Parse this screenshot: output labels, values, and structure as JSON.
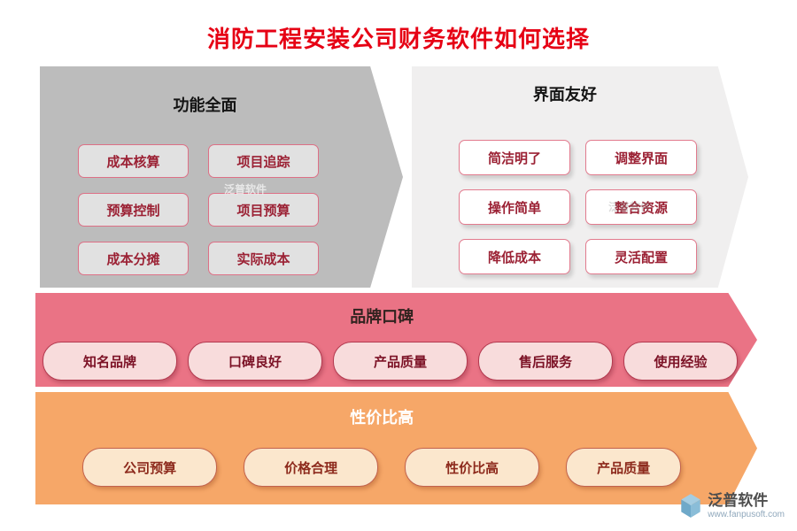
{
  "title": "消防工程安装公司财务软件如何选择",
  "watermark": "泛普软件",
  "panel_features": {
    "title": "功能全面",
    "items": [
      "成本核算",
      "项目追踪",
      "预算控制",
      "项目预算",
      "成本分摊",
      "实际成本"
    ]
  },
  "panel_ui": {
    "title": "界面友好",
    "items": [
      "简洁明了",
      "调整界面",
      "操作简单",
      "整合资源",
      "降低成本",
      "灵活配置"
    ]
  },
  "band_brand": {
    "title": "品牌口碑",
    "items": [
      "知名品牌",
      "口碑良好",
      "产品质量",
      "售后服务",
      "使用经验"
    ]
  },
  "band_value": {
    "title": "性价比高",
    "items": [
      "公司预算",
      "价格合理",
      "性价比高",
      "产品质量"
    ]
  },
  "logo": {
    "name": "泛普软件",
    "url": "www.fanpusoft.com"
  },
  "colors": {
    "title_red": "#e60014",
    "panel_left_bg": "#bcbcbc",
    "panel_right_bg": "#f0efef",
    "band_brand_bg": "#ea7385",
    "band_value_bg": "#f6a768",
    "tag_border": "#b43a50",
    "tag_text": "#7c1226"
  }
}
